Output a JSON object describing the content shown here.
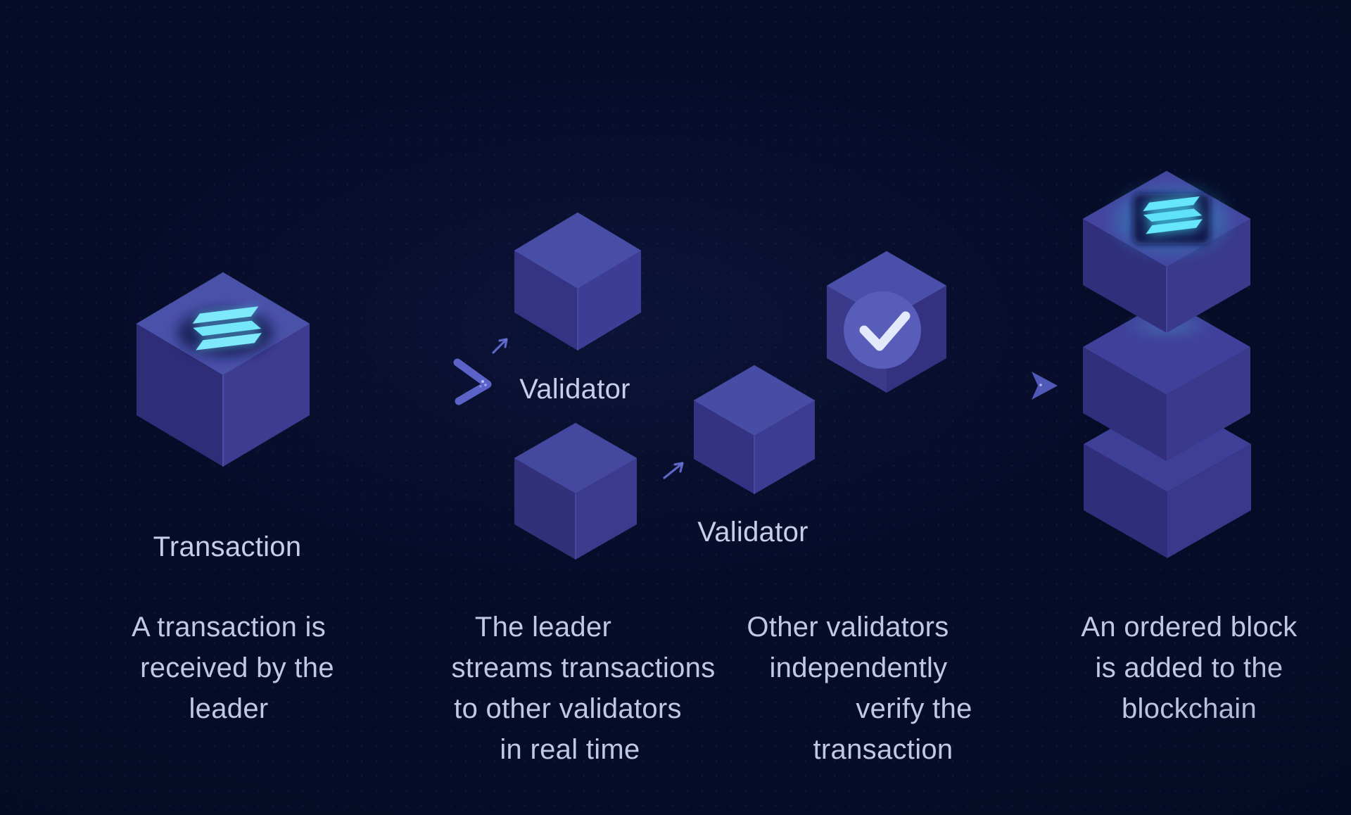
{
  "labels": {
    "transaction": "Transaction",
    "validator_top": "Validator",
    "validator_right": "Validator"
  },
  "captions": {
    "step1": [
      "A transaction is",
      "received by the",
      "leader"
    ],
    "step2": [
      "The leader",
      "streams transactions",
      "to other validators",
      "in real time"
    ],
    "step3": [
      "Other validators",
      "independently",
      "verify the",
      "transaction"
    ],
    "step4": [
      "An ordered block",
      "is added to the",
      "blockchain"
    ]
  },
  "icons": {
    "leader_cube_logo": "solana-logo-icon",
    "stack_cube_logo": "solana-logo-icon",
    "verification_mark": "checkmark-icon",
    "flow_arrows": "arrow-right-icon",
    "stream_arrows": "arrow-up-right-icon"
  },
  "colors": {
    "background": "#060c28",
    "cube_top": "#4a51a8",
    "cube_left": "#2f2d77",
    "cube_right": "#3d3c90",
    "solana_cyan": "#7de9fb",
    "glow_cyan": "#45d5f0",
    "text": "#c6cfe9",
    "arrow": "#5b63c8",
    "check_circle": "#575db8",
    "check_mark": "#e3e9fb"
  }
}
